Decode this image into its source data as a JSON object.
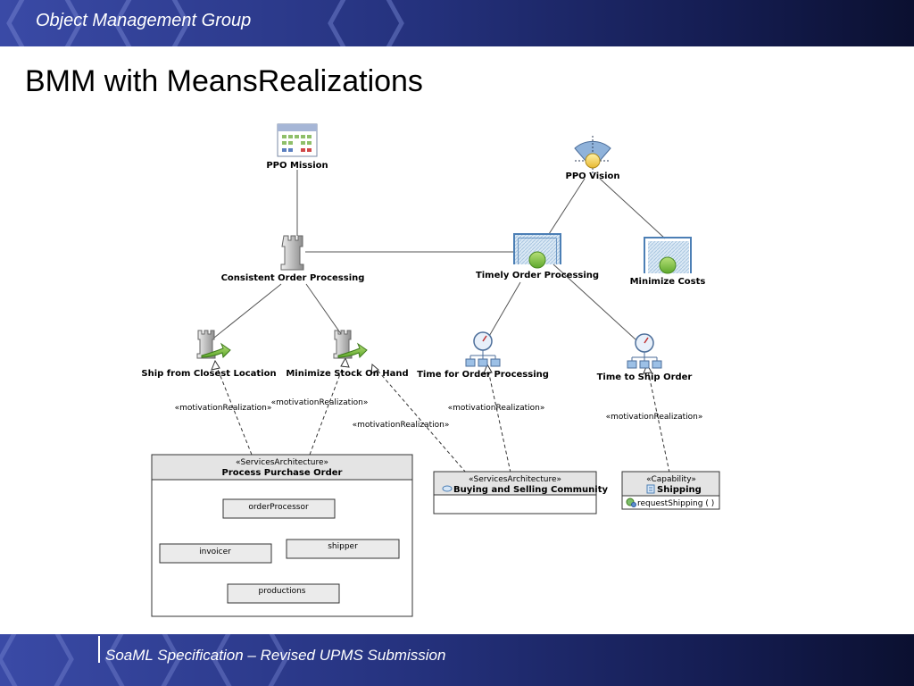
{
  "header": {
    "org": "Object Management Group"
  },
  "slide": {
    "title": "BMM with MeansRealizations"
  },
  "footer": {
    "text": "SoaML Specification – Revised UPMS Submission"
  },
  "diagram": {
    "nodes": {
      "mission": "PPO Mission",
      "vision": "PPO Vision",
      "consistent": "Consistent Order Processing",
      "timely": "Timely Order Processing",
      "minimize_costs": "Minimize Costs",
      "ship_closest": "Ship from Closest Location",
      "min_stock": "Minimize Stock On Hand",
      "time_order": "Time for Order Processing",
      "time_ship": "Time to Ship Order"
    },
    "realization_label": "«motivationRealization»",
    "ppo": {
      "stereotype": "«ServicesArchitecture»",
      "name": "Process Purchase Order",
      "parts": {
        "orderProcessor": "orderProcessor",
        "invoicer": "invoicer",
        "shipper": "shipper",
        "productions": "productions"
      }
    },
    "bsc": {
      "stereotype": "«ServicesArchitecture»",
      "name": "Buying and Selling Community"
    },
    "shipping": {
      "stereotype": "«Capability»",
      "name": "Shipping",
      "operation": "requestShipping ( )"
    }
  },
  "colors": {
    "header_dark": "#0b1030",
    "header_light": "#3a4aa6",
    "goal_green": "#7cc242",
    "box_header": "#e4e4e4"
  }
}
